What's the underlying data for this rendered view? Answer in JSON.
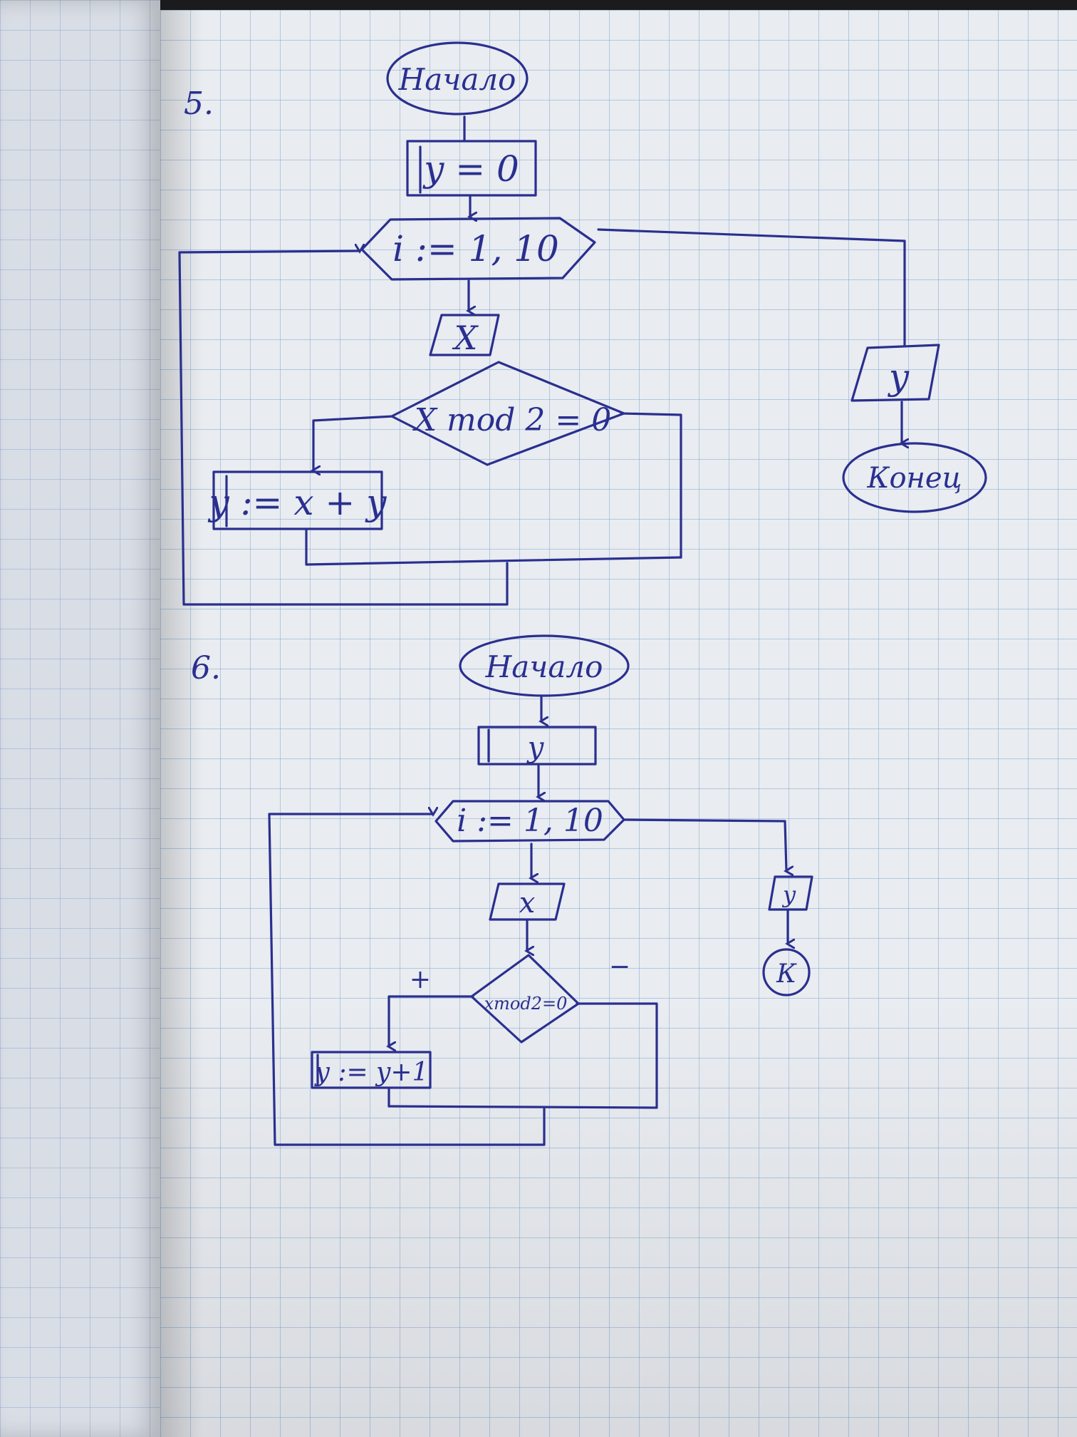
{
  "colors": {
    "ink": "#2a2f8f",
    "paper": "#e9ecf0",
    "grid": "#6996cd"
  },
  "diagram5": {
    "number": "5.",
    "start": "Начало",
    "init": "y = 0",
    "loop": "i := 1, 10",
    "input": "X",
    "condition": "X mod 2 = 0",
    "assign": "y := x + y",
    "output": "y",
    "end": "Конец"
  },
  "diagram6": {
    "number": "6.",
    "start": "Начало",
    "init": "y",
    "loop": "i := 1, 10",
    "input": "x",
    "condition": "xmod2=0",
    "yes_label": "+",
    "no_label": "−",
    "assign": "y := y+1",
    "output": "y",
    "end": "К"
  }
}
